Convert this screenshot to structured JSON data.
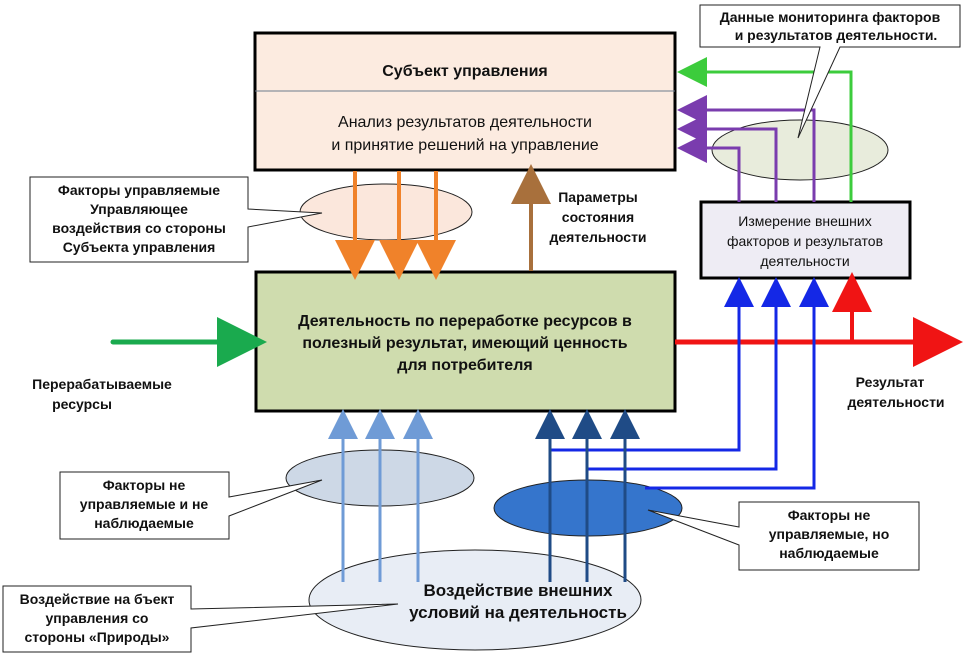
{
  "subject_box": {
    "title": "Субъект управления",
    "lines": [
      "Анализ результатов деятельности",
      "и принятие решений на управление"
    ],
    "fill": "#fcebe0"
  },
  "activity_box": {
    "lines": [
      "Деятельность по переработке ресурсов в",
      "полезный результат, имеющий ценность",
      "для потребителя"
    ],
    "fill": "#cfdcae"
  },
  "measure_box": {
    "lines": [
      "Измерение внешних",
      "факторов и результатов",
      "деятельности"
    ],
    "fill": "#eeecf4"
  },
  "labels": {
    "state_params": [
      "Параметры",
      "состояния",
      "деятельности"
    ],
    "resources": [
      "Перерабатываемые",
      "ресурсы"
    ],
    "result": [
      "Результат",
      "деятельности"
    ],
    "external": [
      "Воздействие внешних",
      "условий на деятельность"
    ]
  },
  "callouts": {
    "monitoring": [
      "Данные мониторинга факторов",
      "и результатов деятельности."
    ],
    "controlled": [
      "Факторы управляемые",
      "Управляющее",
      "воздействия со стороны",
      "Субъекта управления"
    ],
    "unobserved": [
      "Факторы не",
      "управляемые и не",
      "наблюдаемые"
    ],
    "observed": [
      "Факторы не",
      "управляемые, но",
      "наблюдаемые"
    ],
    "nature": [
      "Воздействие на бъект",
      "управления со",
      "стороны «Природы»"
    ]
  },
  "colors": {
    "orange": "#f0822a",
    "brown": "#a8703c",
    "green_input": "#1aaa4e",
    "green_feedback": "#3ccc3c",
    "purple": "#7a3cae",
    "red": "#f01414",
    "blue": "#1428e6",
    "light_blue": "#6f9bd6",
    "dark_blue": "#1f4b86"
  }
}
